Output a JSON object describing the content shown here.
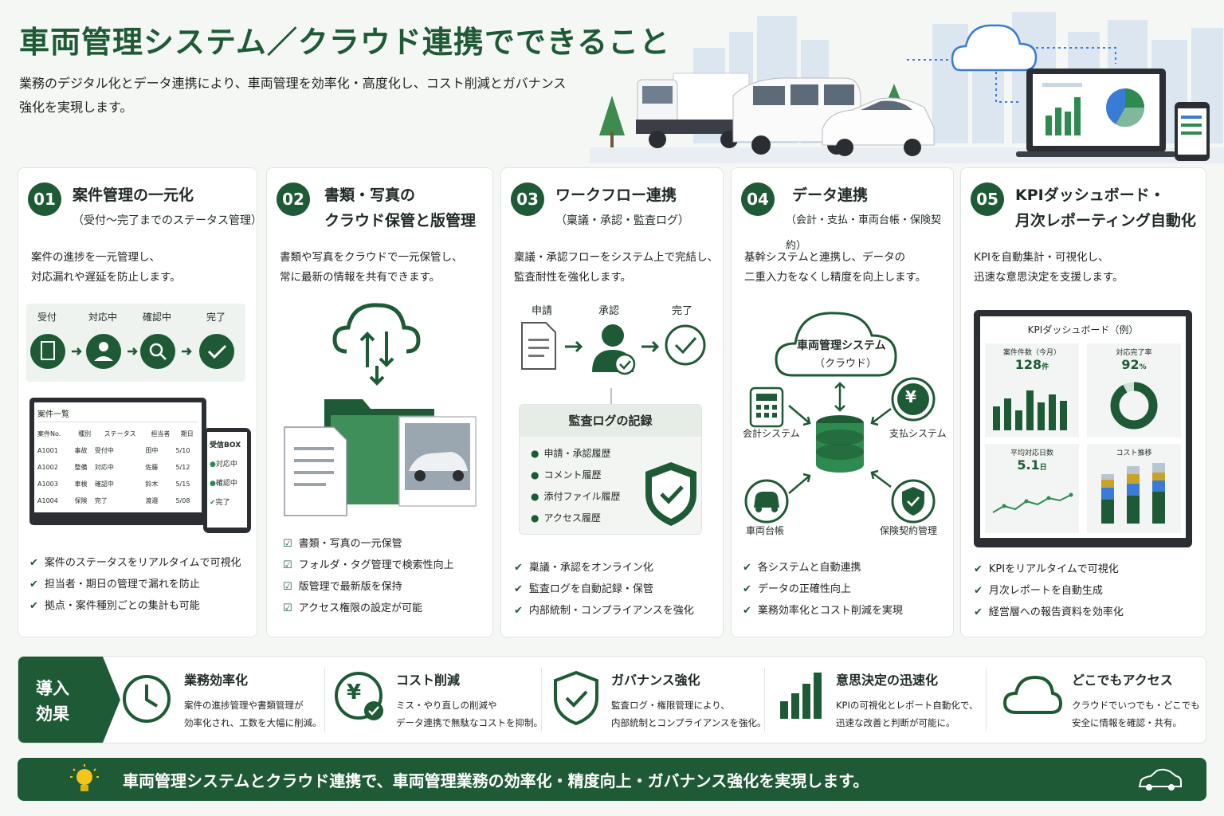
{
  "header": {
    "title": "車両管理システム／クラウド連携でできること",
    "subtitle_line1": "業務のデジタル化とデータ連携により、車両管理を効率化・高度化し、コスト削減とガバナンス",
    "subtitle_line2": "強化を実現します。"
  },
  "cards": [
    {
      "num": "01",
      "title": "案件管理の一元化",
      "sub": "（受付〜完了までのステータス管理）",
      "desc1": "案件の進捗を一元管理し、",
      "desc2": "対応漏れや遅延を防止します。",
      "steps": [
        "受付",
        "対応中",
        "確認中",
        "完了"
      ],
      "table": {
        "title": "案件一覧",
        "headers": [
          "案件No.",
          "種別",
          "ステータス",
          "担当者",
          "期日"
        ],
        "rows": [
          [
            "A1001",
            "事故",
            "受付中",
            "田中",
            "5/10"
          ],
          [
            "A1002",
            "整備",
            "対応中",
            "佐藤",
            "5/12"
          ],
          [
            "A1003",
            "車検",
            "確認中",
            "鈴木",
            "5/15"
          ],
          [
            "A1004",
            "保険",
            "完了",
            "渡邉",
            "5/08"
          ]
        ]
      },
      "phone": {
        "title": "受信BOX",
        "items": [
          "対応中",
          "確認中",
          "完了"
        ]
      },
      "checks": [
        "案件のステータスをリアルタイムで可視化",
        "担当者・期日の管理で漏れを防止",
        "拠点・案件種別ごとの集計も可能"
      ]
    },
    {
      "num": "02",
      "title": "書類・写真の",
      "title2": "クラウド保管と版管理",
      "desc1": "書類や写真をクラウドで一元保管し、",
      "desc2": "常に最新の情報を共有できます。",
      "checks": [
        "書類・写真の一元保管",
        "フォルダ・タグ管理で検索性向上",
        "版管理で最新版を保持",
        "アクセス権限の設定が可能"
      ]
    },
    {
      "num": "03",
      "title": "ワークフロー連携",
      "sub": "（稟議・承認・監査ログ）",
      "desc1": "稟議・承認フローをシステム上で完結し、",
      "desc2": "監査耐性を強化します。",
      "steps": [
        "申請",
        "承認",
        "完了"
      ],
      "audit": {
        "title": "監査ログの記録",
        "items": [
          "申請・承認履歴",
          "コメント履歴",
          "添付ファイル履歴",
          "アクセス履歴"
        ]
      },
      "checks": [
        "稟議・承認をオンライン化",
        "監査ログを自動記録・保管",
        "内部統制・コンプライアンスを強化"
      ]
    },
    {
      "num": "04",
      "title": "データ連携",
      "sub": "（会計・支払・車両台帳・保険契約）",
      "desc1": "基幹システムと連携し、データの",
      "desc2": "二重入力をなくし精度を向上します。",
      "cloud1": "車両管理システム",
      "cloud2": "（クラウド）",
      "nodes": [
        "会計システム",
        "支払システム",
        "車両台帳",
        "保険契約管理"
      ],
      "yen": "¥",
      "checks": [
        "各システムと自動連携",
        "データの正確性向上",
        "業務効率化とコスト削減を実現"
      ]
    },
    {
      "num": "05",
      "title": "KPIダッシュボード・",
      "title2": "月次レポーティング自動化",
      "desc1": "KPIを自動集計・可視化し、",
      "desc2": "迅速な意思決定を支援します。",
      "dash": {
        "title": "KPIダッシュボード（例）",
        "k1": "案件件数（今月）",
        "v1": "128",
        "u1": "件",
        "k2": "対応完了率",
        "v2": "92",
        "u2": "%",
        "k3": "平均対応日数",
        "v3": "5.1",
        "u3": "日",
        "k4": "コスト推移"
      },
      "checks": [
        "KPIをリアルタイムで可視化",
        "月次レポートを自動生成",
        "経営層への報告資料を効率化"
      ]
    }
  ],
  "effects": {
    "label1": "導入",
    "label2": "効果",
    "items": [
      {
        "title": "業務効率化",
        "d1": "案件の進捗管理や書類管理が",
        "d2": "効率化され、工数を大幅に削減。"
      },
      {
        "title": "コスト削減",
        "d1": "ミス・やり直しの削減や",
        "d2": "データ連携で無駄なコストを抑制。",
        "yen": "¥"
      },
      {
        "title": "ガバナンス強化",
        "d1": "監査ログ・権限管理により、",
        "d2": "内部統制とコンプライアンスを強化。"
      },
      {
        "title": "意思決定の迅速化",
        "d1": "KPIの可視化とレポート自動化で、",
        "d2": "迅速な改善と判断が可能に。"
      },
      {
        "title": "どこでもアクセス",
        "d1": "クラウドでいつでも・どこでも",
        "d2": "安全に情報を確認・共有。"
      }
    ]
  },
  "banner": {
    "text": "車両管理システムとクラウド連携で、車両管理業務の効率化・精度向上・ガバナンス強化を実現します。"
  },
  "colors": {
    "primary": "#1e5a35",
    "accent": "#2e8b4f",
    "light": "#e8efe9",
    "blue": "#3a7bd5"
  }
}
